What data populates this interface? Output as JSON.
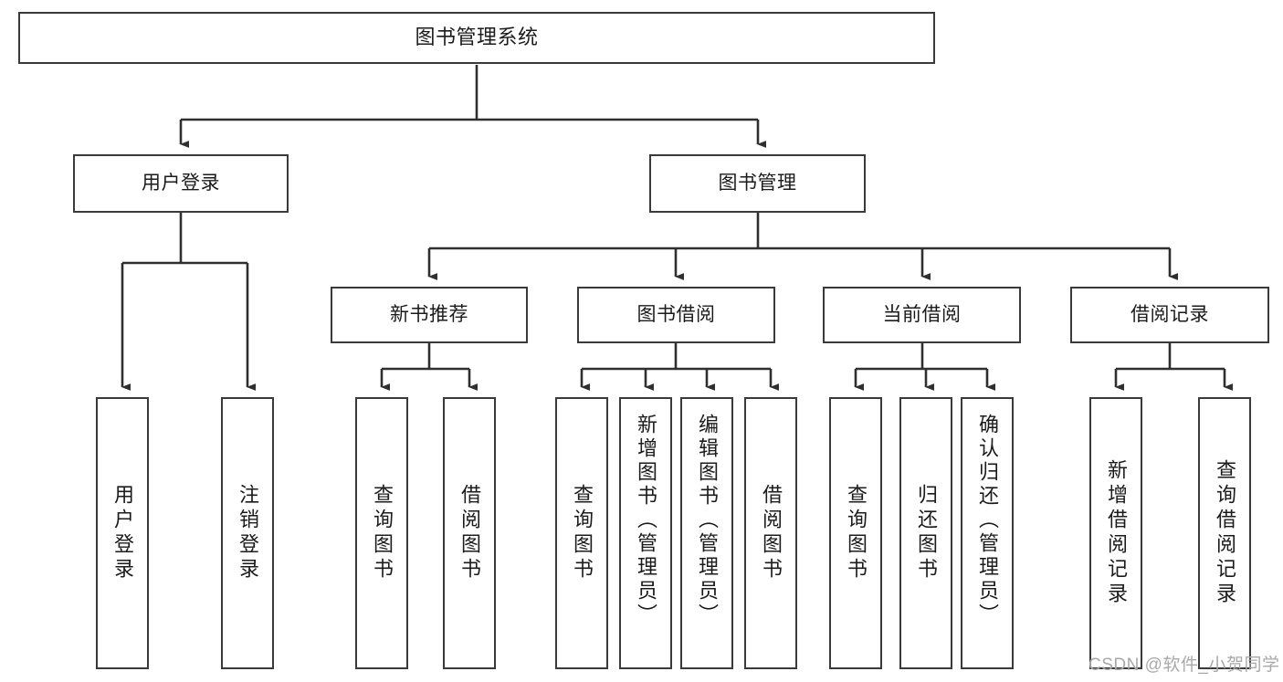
{
  "diagram": {
    "type": "tree-hierarchy-chart",
    "title": "图书管理系统",
    "watermark": "CSDN @软件_小贺同学",
    "colors": {
      "box_border": "#3a3a3a",
      "box_fill": "#ffffff",
      "connector": "#2f2f2f",
      "text": "#1b1b1b",
      "watermark": "#a9a9a9",
      "background": "#ffffff"
    },
    "nodes": {
      "root": {
        "label": "图书管理系统"
      },
      "level2": [
        {
          "id": "user-login",
          "label": "用户登录"
        },
        {
          "id": "book-manage",
          "label": "图书管理"
        }
      ],
      "level3": [
        {
          "id": "new-book-rec",
          "label": "新书推荐"
        },
        {
          "id": "book-borrow",
          "label": "图书借阅"
        },
        {
          "id": "current-borrow",
          "label": "当前借阅"
        },
        {
          "id": "borrow-record",
          "label": "借阅记录"
        }
      ],
      "leaves": {
        "user_login": [
          {
            "id": "leaf-user-login",
            "label": "用户登录"
          },
          {
            "id": "leaf-logout",
            "label": "注销登录"
          }
        ],
        "new_book_rec": [
          {
            "id": "leaf-query-book-1",
            "label": "查询图书"
          },
          {
            "id": "leaf-borrow-book-1",
            "label": "借阅图书"
          }
        ],
        "book_borrow": [
          {
            "id": "leaf-query-book-2",
            "label": "查询图书"
          },
          {
            "id": "leaf-add-book",
            "label": "新增图书（管理员）"
          },
          {
            "id": "leaf-edit-book",
            "label": "编辑图书（管理员）"
          },
          {
            "id": "leaf-borrow-book-2",
            "label": "借阅图书"
          }
        ],
        "current_borrow": [
          {
            "id": "leaf-query-book-3",
            "label": "查询图书"
          },
          {
            "id": "leaf-return-book",
            "label": "归还图书"
          },
          {
            "id": "leaf-confirm-return",
            "label": "确认归还（管理员）"
          }
        ],
        "borrow_record": [
          {
            "id": "leaf-add-record",
            "label": "新增借阅记录"
          },
          {
            "id": "leaf-query-record",
            "label": "查询借阅记录"
          }
        ]
      }
    }
  }
}
